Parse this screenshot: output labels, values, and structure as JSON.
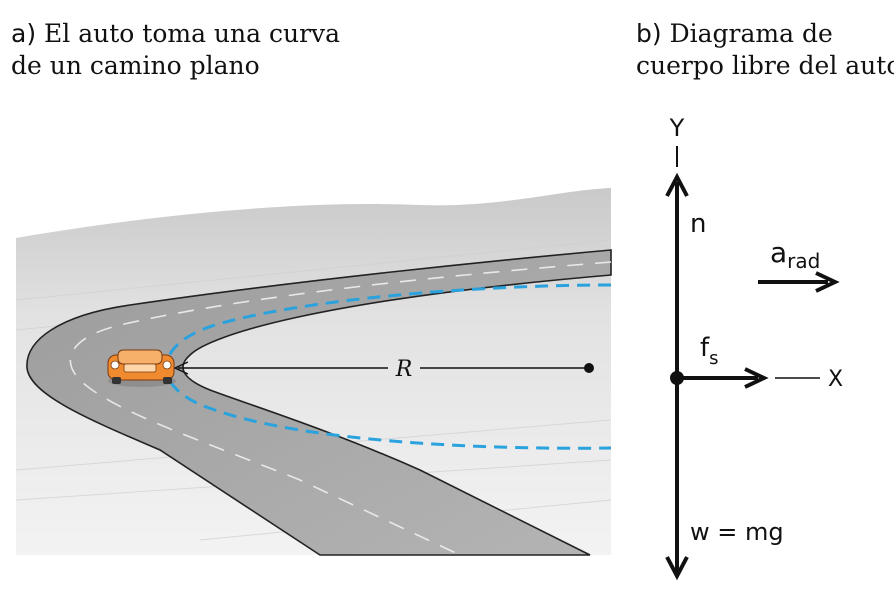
{
  "panel_a": {
    "letter": "a)",
    "caption_line1": "El auto toma una curva",
    "caption_line2": "de un camino plano",
    "radius_label": "R"
  },
  "panel_b": {
    "letter": "b)",
    "caption_line1": "Diagrama de",
    "caption_line2": "cuerpo libre del auto",
    "y_axis_label": "Y",
    "x_axis_label": "X",
    "normal_force_label": "n",
    "friction_label_main": "f",
    "friction_label_sub": "s",
    "weight_label": "w = mg",
    "accel_label_main": "a",
    "accel_label_sub": "rad"
  },
  "colors": {
    "path_dashed": "#2aa2dd",
    "road": "#a8a8a8",
    "ground": "#dcdcdc",
    "car": "#f08a2e",
    "ink": "#111111"
  }
}
